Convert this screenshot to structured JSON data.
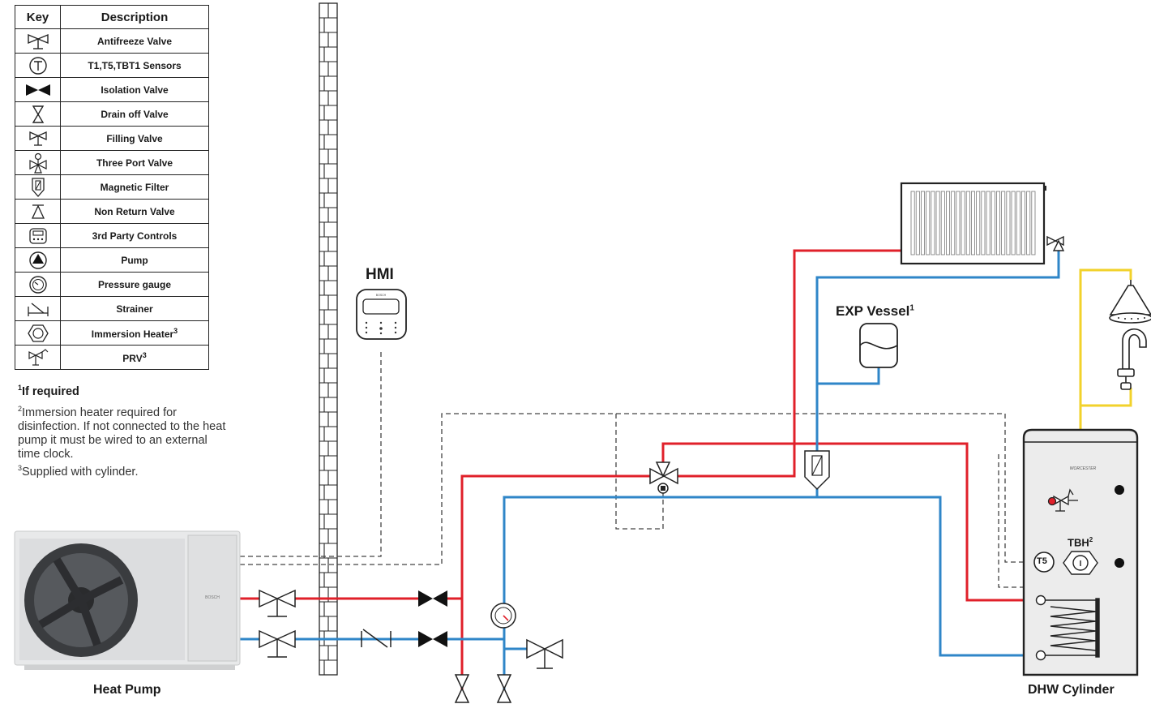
{
  "key": {
    "header_key": "Key",
    "header_description": "Description",
    "items": [
      {
        "icon": "antifreeze-valve-icon",
        "label": "Antifreeze Valve",
        "sup": ""
      },
      {
        "icon": "sensor-icon",
        "label": "T1,T5,TBT1 Sensors",
        "sup": ""
      },
      {
        "icon": "isolation-valve-icon",
        "label": "Isolation Valve",
        "sup": ""
      },
      {
        "icon": "drain-off-valve-icon",
        "label": "Drain off Valve",
        "sup": ""
      },
      {
        "icon": "filling-valve-icon",
        "label": "Filling Valve",
        "sup": ""
      },
      {
        "icon": "three-port-valve-icon",
        "label": "Three Port Valve",
        "sup": ""
      },
      {
        "icon": "magnetic-filter-icon",
        "label": "Magnetic Filter",
        "sup": ""
      },
      {
        "icon": "non-return-valve-icon",
        "label": "Non Return Valve",
        "sup": ""
      },
      {
        "icon": "third-party-controls-icon",
        "label": "3rd Party Controls",
        "sup": ""
      },
      {
        "icon": "pump-icon",
        "label": "Pump",
        "sup": ""
      },
      {
        "icon": "pressure-gauge-icon",
        "label": "Pressure gauge",
        "sup": ""
      },
      {
        "icon": "strainer-icon",
        "label": "Strainer",
        "sup": ""
      },
      {
        "icon": "immersion-heater-icon",
        "label": "Immersion Heater",
        "sup": "3"
      },
      {
        "icon": "prv-icon",
        "label": "PRV",
        "sup": "3"
      }
    ]
  },
  "notes": {
    "note1_mark": "1",
    "note1": "If required",
    "note2_mark": "2",
    "note2": "Immersion heater required for disinfection. If not connected to the heat pump it must be wired to an external time clock.",
    "note3_mark": "3",
    "note3": "Supplied with cylinder."
  },
  "labels": {
    "hmi": "HMI",
    "exp_vessel": "EXP Vessel",
    "exp_vessel_sup": "1",
    "heat_pump": "Heat Pump",
    "dhw_cylinder": "DHW Cylinder",
    "tbh": "TBH",
    "tbh_sup": "2",
    "t5": "T5",
    "heat_pump_brand": "BOSCH",
    "hmi_brand": "BOSCH",
    "cylinder_brand": "WORCESTER"
  },
  "colors": {
    "flow_pipe": "#e0202a",
    "return_pipe": "#2f86c8",
    "cold_water_pipe": "#f2d22b",
    "control_wiring": "#444444"
  }
}
